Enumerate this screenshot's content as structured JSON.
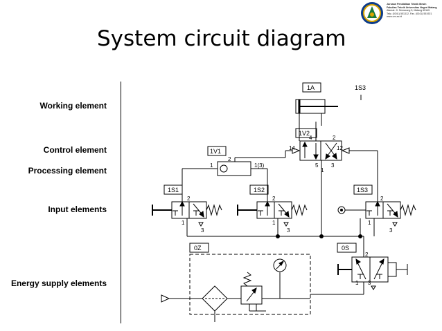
{
  "slide": {
    "title": "System circuit diagram"
  },
  "header": {
    "lines": [
      "Jurusan Pendidikan Teknik Mesin",
      "Fakultas Teknik Universitas Negeri Malang",
      "Alamat: Jl. Semarang 5, Malang 65145",
      "Telp. (0341) 551312, Fax. (0341) 551921",
      "www.um.ac.id"
    ]
  },
  "levels": {
    "working": "Working element",
    "control": "Control element",
    "processing": "Processing element",
    "input": "Input elements",
    "energy": "Energy supply elements"
  },
  "components": {
    "cylinder": "1A",
    "sensor_top": "1S3",
    "valve_1v2": "1V2",
    "valve_1v1": "1V1",
    "s1": "1S1",
    "s2": "1S2",
    "s3": "1S3",
    "service_unit": "0Z",
    "start_valve": "0S"
  },
  "ports": {
    "p1": "1",
    "p2": "2",
    "p3": "3",
    "p4": "4",
    "p5": "5",
    "p12": "12",
    "p14": "14",
    "p1_3": "1(3)"
  }
}
